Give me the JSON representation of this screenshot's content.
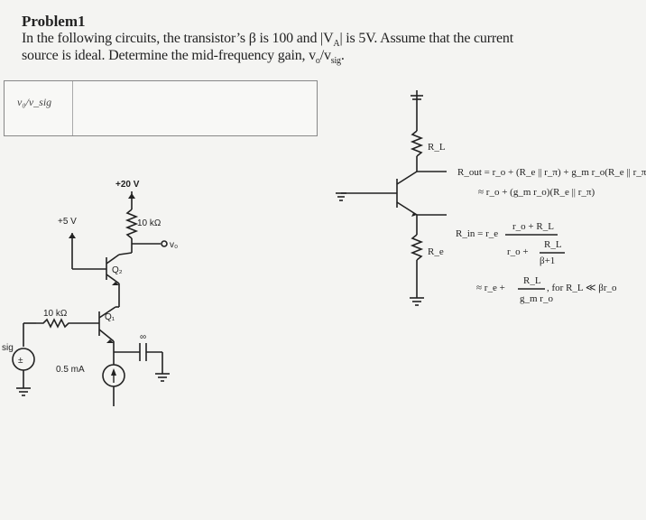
{
  "problem": {
    "title": "Problem1",
    "line1": "In the following circuits, the transistor’s β is 100 and |V",
    "line1_sub": "A",
    "line1_end": "| is 5V. Assume that the current",
    "line2": "source is ideal.  Determine the mid-frequency gain, v",
    "line2_sub1": "o",
    "line2_slash": "/v",
    "line2_sub2": "sig",
    "line2_end": "."
  },
  "answer": {
    "label": "v₀/v_sig"
  },
  "circuit_left": {
    "vcc_top": "+20 V",
    "v_plus5": "+5 V",
    "r_collector": "10 kΩ",
    "q2_label": "Q₂",
    "q1_label": "Q₁",
    "r_source": "10 kΩ",
    "current_source": "0.5 mA",
    "cap_label": "∞",
    "out_label": "v₀",
    "sig_label": "sig"
  },
  "circuit_right": {
    "rl_label": "R_L",
    "re_label": "R_e",
    "rout_eq": "R_out = r_o + (R_e || r_π) + g_m r_o(R_e || r_π)",
    "rout_eq2": "≈ r_o + (g_m r_o)(R_e || r_π)",
    "rin_lhs": "R_in = r_e",
    "rin_num": "r_o + R_L",
    "rin_den_a": "r_o +",
    "rin_den_num": "R_L",
    "rin_den_den": "β+1",
    "approx_lhs": "≈ r_e +",
    "approx_num": "R_L",
    "approx_den": "g_m r_o",
    "approx_cond": ", for R_L ≪ βr_o"
  }
}
